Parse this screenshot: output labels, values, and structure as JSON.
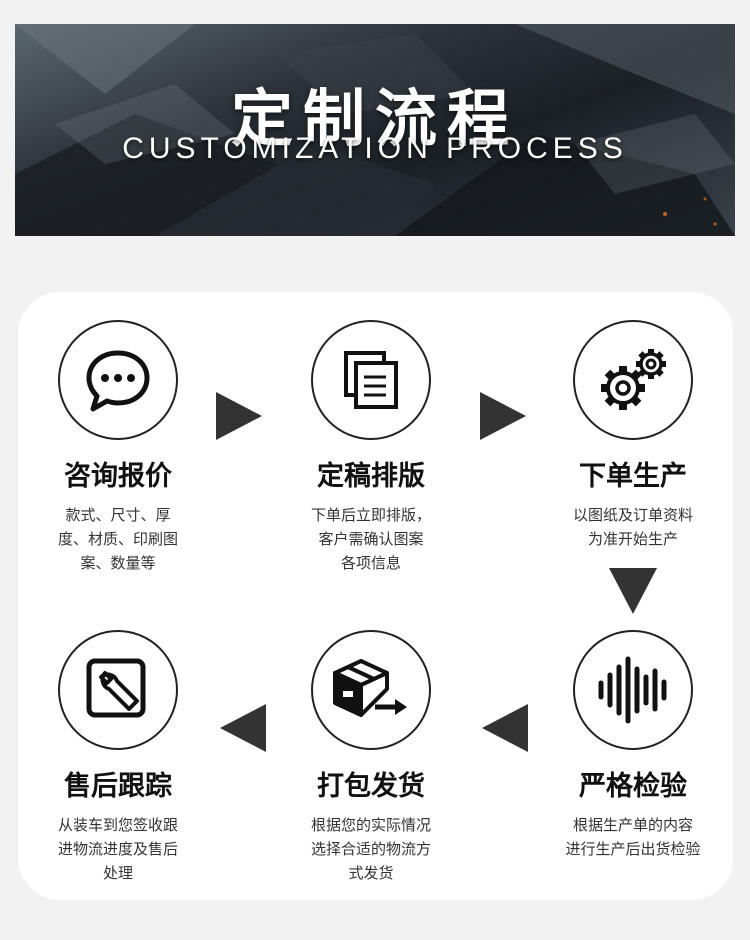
{
  "header": {
    "title": "定制流程",
    "subtitle": "CUSTOMIZATION PROCESS"
  },
  "steps": [
    {
      "title": "咨询报价",
      "desc": [
        "款式、尺寸、厚",
        "度、材质、印刷图",
        "案、数量等"
      ],
      "icon": "chat-bubble-icon"
    },
    {
      "title": "定稿排版",
      "desc": [
        "下单后立即排版，",
        "客户需确认图案",
        "各项信息"
      ],
      "icon": "documents-icon"
    },
    {
      "title": "下单生产",
      "desc": [
        "以图纸及订单资料",
        "为准开始生产"
      ],
      "icon": "gears-icon"
    },
    {
      "title": "严格检验",
      "desc": [
        "根据生产单的内容",
        "进行生产后出货检验"
      ],
      "icon": "sound-wave-icon"
    },
    {
      "title": "打包发货",
      "desc": [
        "根据您的实际情况",
        "选择合适的物流方",
        "式发货"
      ],
      "icon": "package-icon"
    },
    {
      "title": "售后跟踪",
      "desc": [
        "从装车到您签收跟",
        "进物流进度及售后",
        "处理"
      ],
      "icon": "wrench-icon"
    }
  ],
  "colors": {
    "accent": "#333333",
    "card": "#ffffff",
    "page": "#f2f2f2"
  }
}
